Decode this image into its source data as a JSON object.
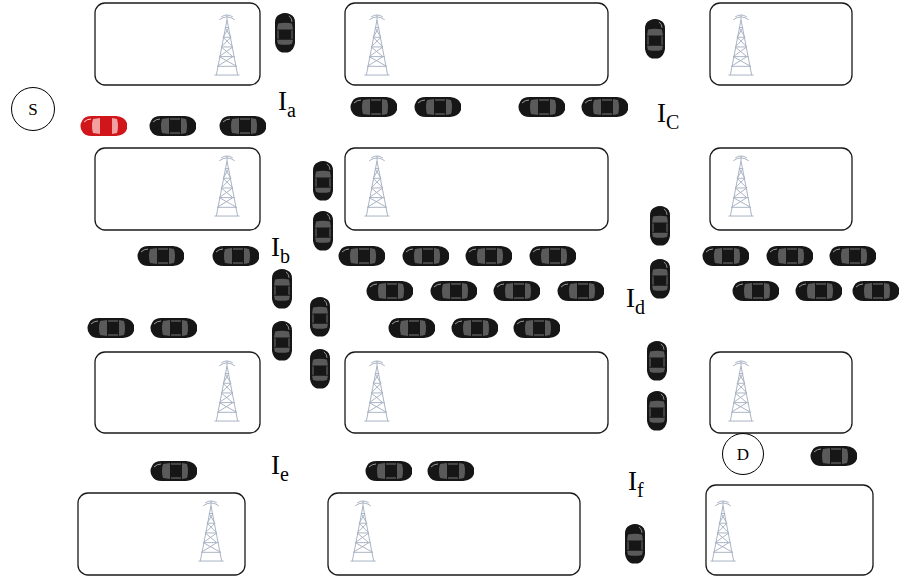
{
  "diagram": {
    "nodes": [
      {
        "text": [
          "S"
        ]
      },
      {
        "text": [
          "D"
        ]
      }
    ],
    "labels": [
      "Ia",
      "IC",
      "Ib",
      "Id",
      "Ie",
      "If"
    ]
  }
}
